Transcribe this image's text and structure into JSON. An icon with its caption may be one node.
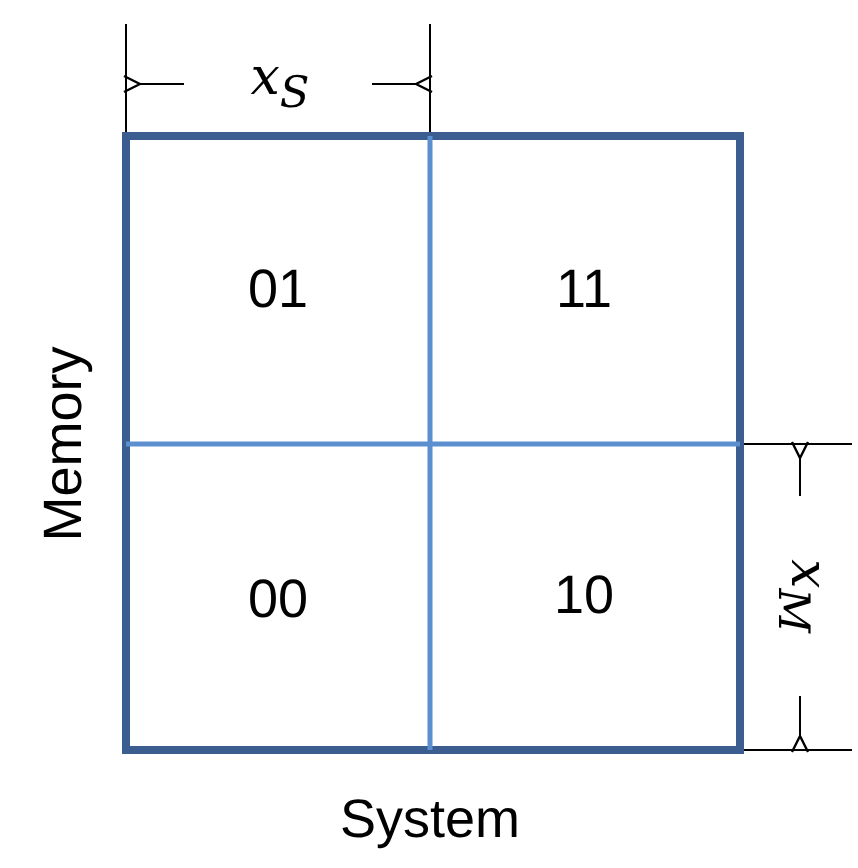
{
  "diagram": {
    "labels": [
      "x$_{S}$",
      "Memory",
      "01",
      "11",
      "00",
      "10",
      "x$_{M}$",
      "System"
    ]
  }
}
